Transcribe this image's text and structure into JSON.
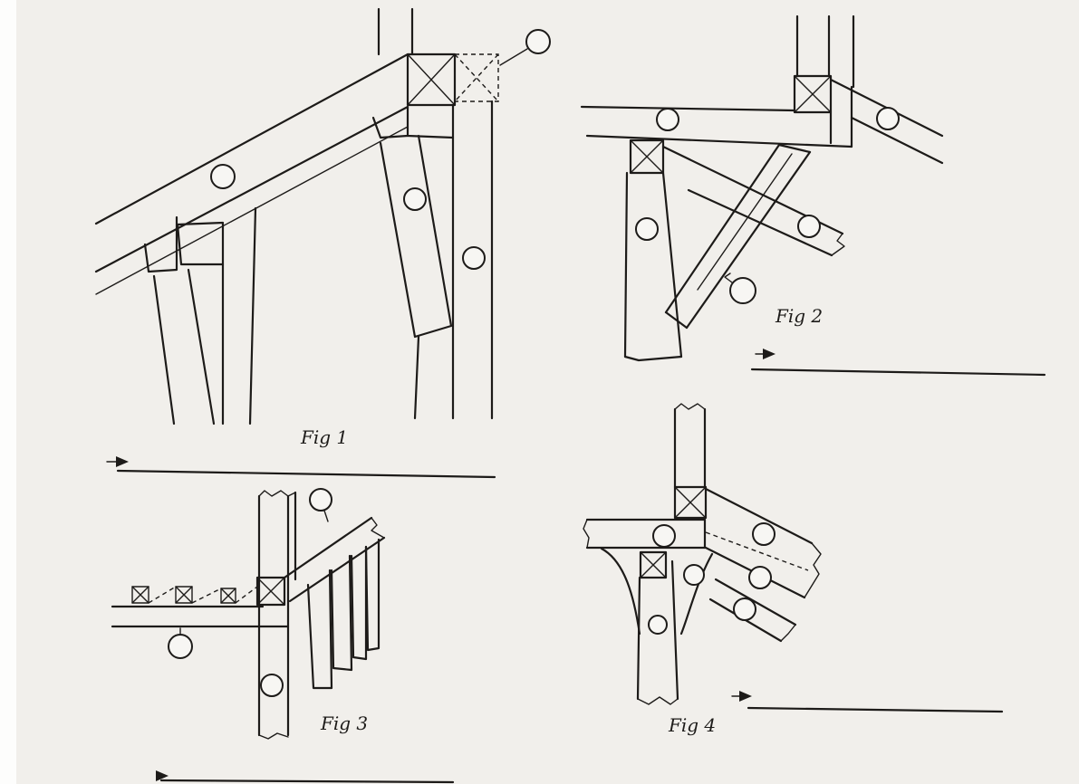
{
  "figures": [
    {
      "id": "fig1",
      "label": "Fig 1"
    },
    {
      "id": "fig2",
      "label": "Fig 2"
    },
    {
      "id": "fig3",
      "label": "Fig 3"
    },
    {
      "id": "fig4",
      "label": "Fig 4"
    }
  ],
  "colors": {
    "paper": "#f1efeb",
    "ink": "#1d1b19"
  }
}
